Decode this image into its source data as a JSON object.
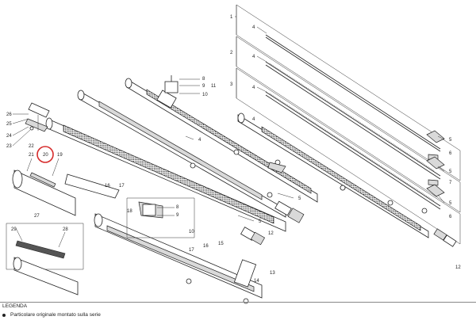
{
  "parts": {
    "labels": [
      "1",
      "2",
      "3",
      "4",
      "5",
      "6",
      "7",
      "8",
      "9",
      "10",
      "11",
      "12",
      "13",
      "14",
      "15",
      "16",
      "17",
      "18",
      "19",
      "20",
      "21",
      "22",
      "23",
      "24",
      "25",
      "26",
      "27",
      "28",
      "29"
    ],
    "highlighted": "20",
    "highlight_color": "#d62b2b"
  },
  "legend": {
    "title": "LEGENDA",
    "items": [
      "Particolare originale montato sulla serie"
    ]
  }
}
